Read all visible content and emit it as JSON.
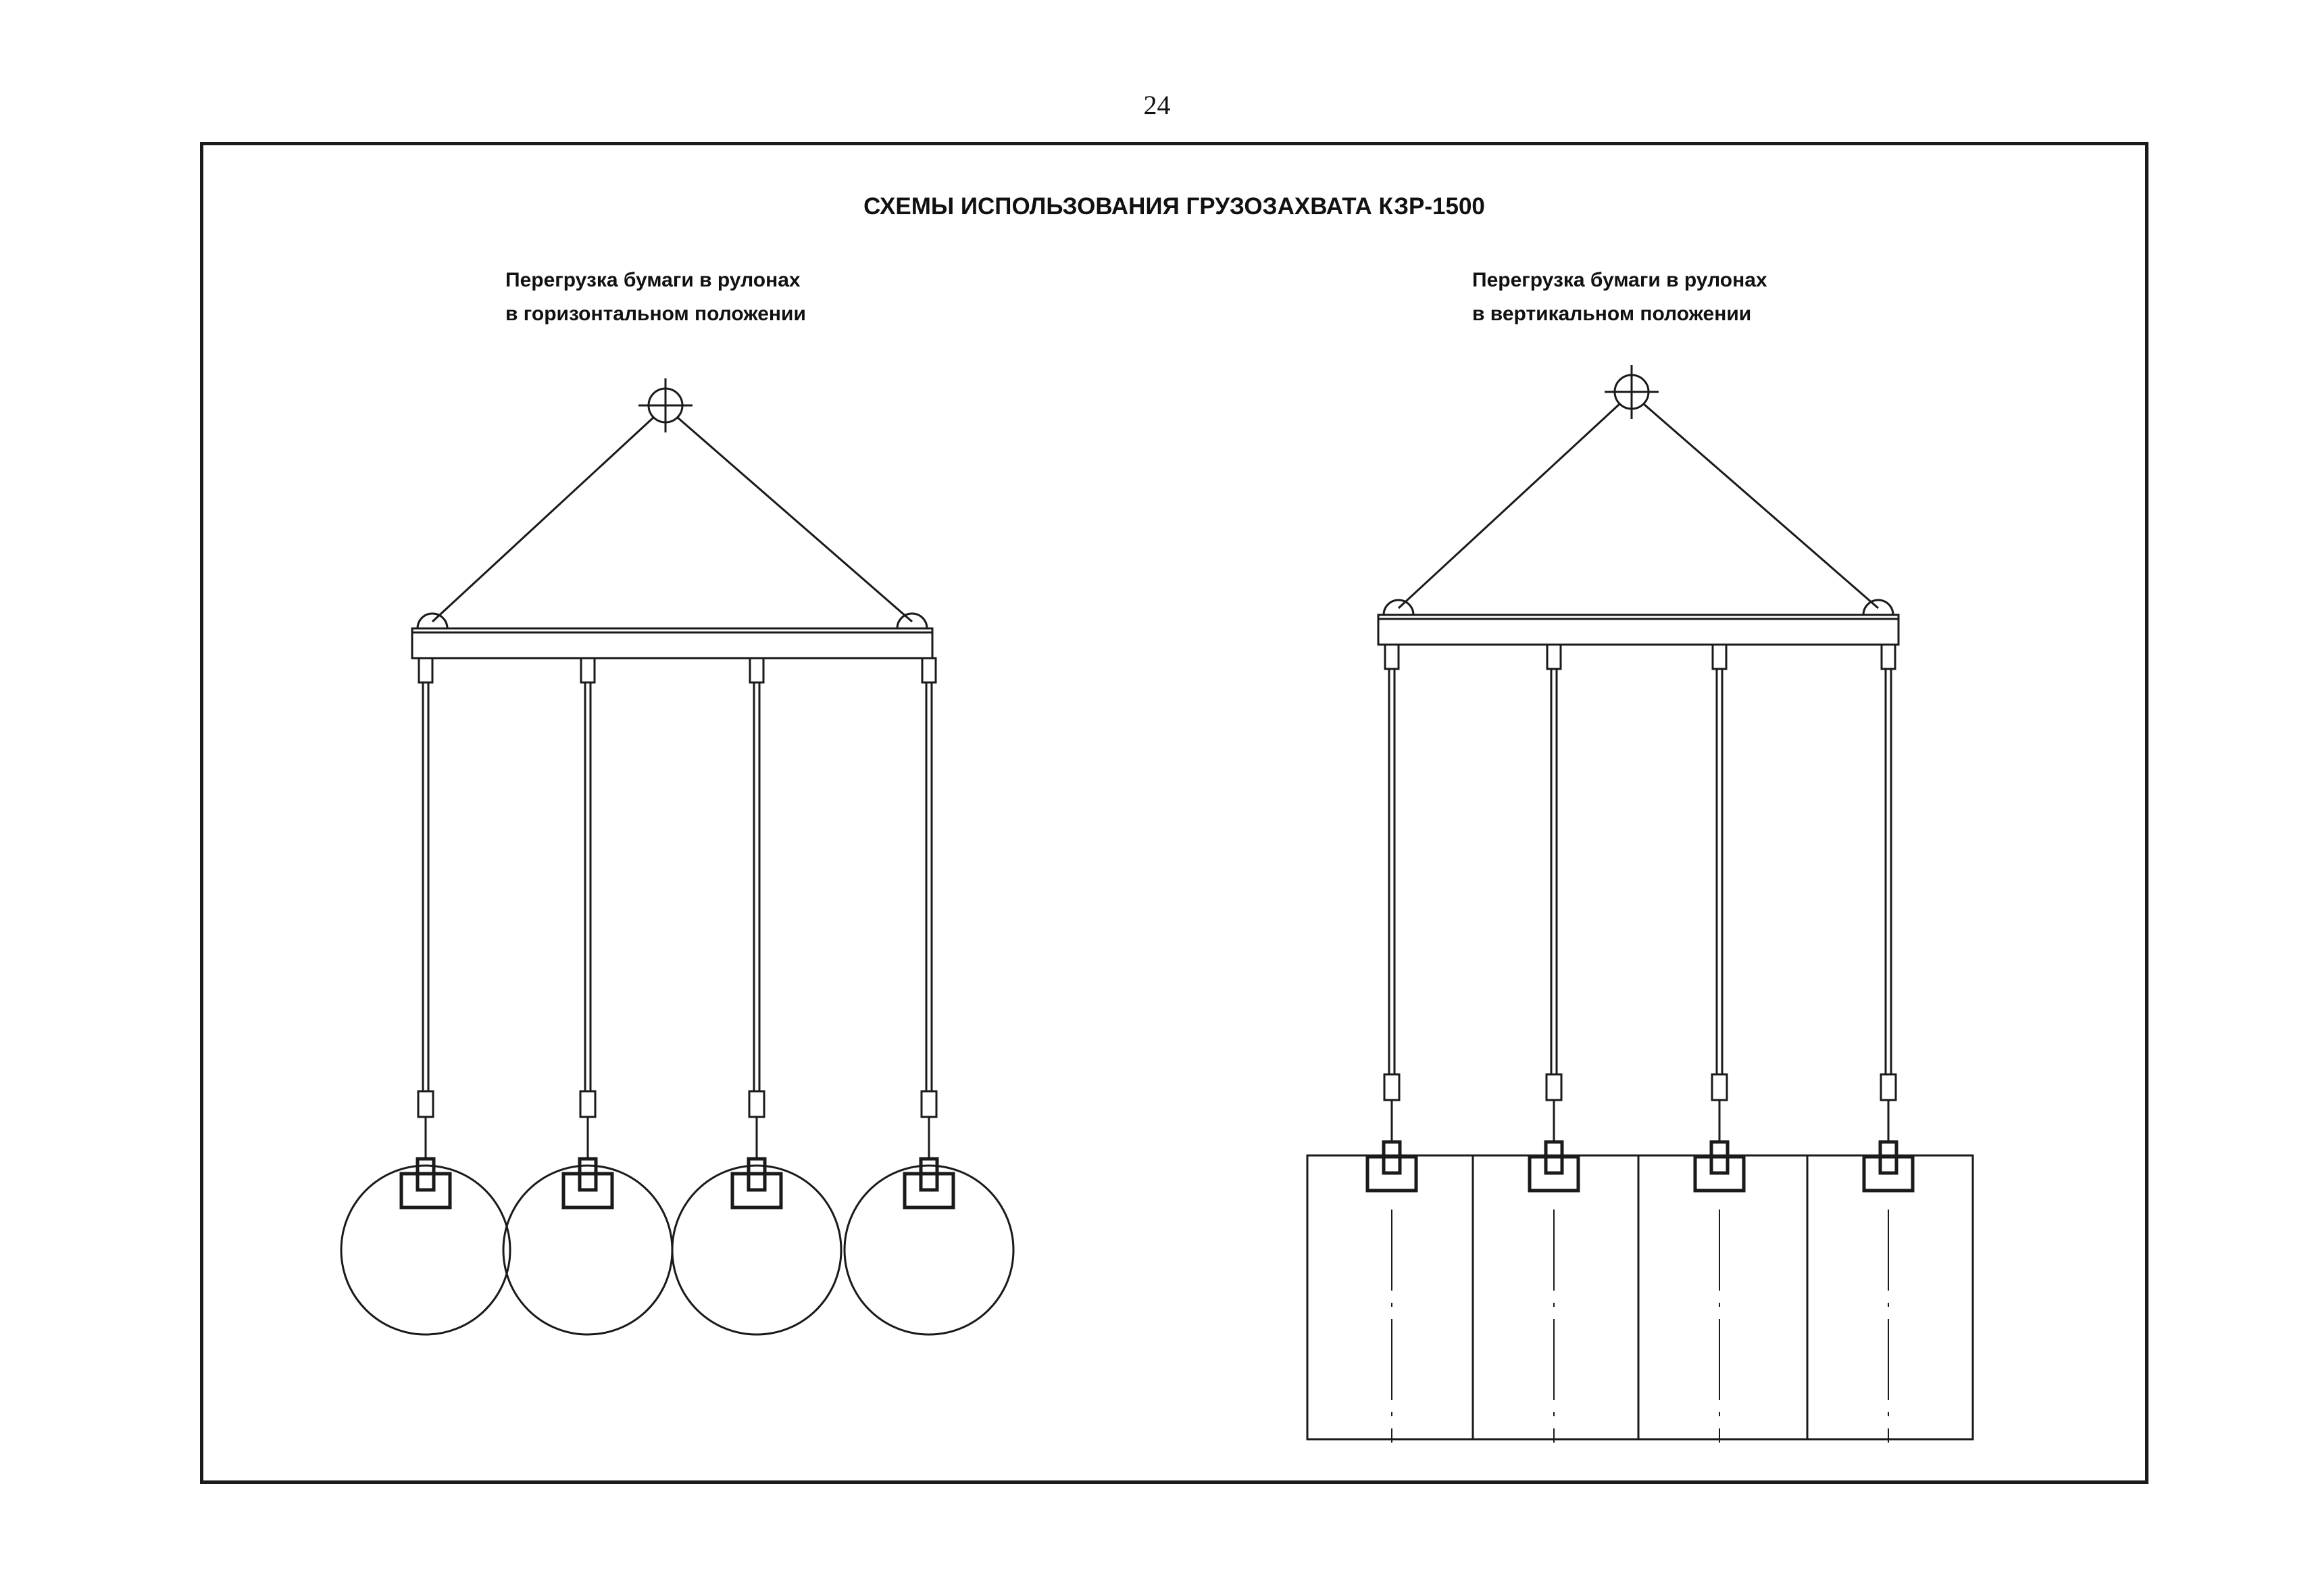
{
  "page_number": "24",
  "title": "СХЕМЫ ИСПОЛЬЗОВАНИЯ ГРУЗОЗАХВАТА КЗР-1500",
  "schemes": [
    {
      "caption_line1": "Перегрузка бумаги в рулонах",
      "caption_line2": "в горизонтальном положении",
      "load_type": "horizontal-rolls",
      "hook_count": 4
    },
    {
      "caption_line1": "Перегрузка бумаги в рулонах",
      "caption_line2": "в вертикальном положении",
      "load_type": "vertical-rolls",
      "hook_count": 4
    }
  ],
  "colors": {
    "line": "#1a1a1a",
    "background": "#ffffff"
  }
}
